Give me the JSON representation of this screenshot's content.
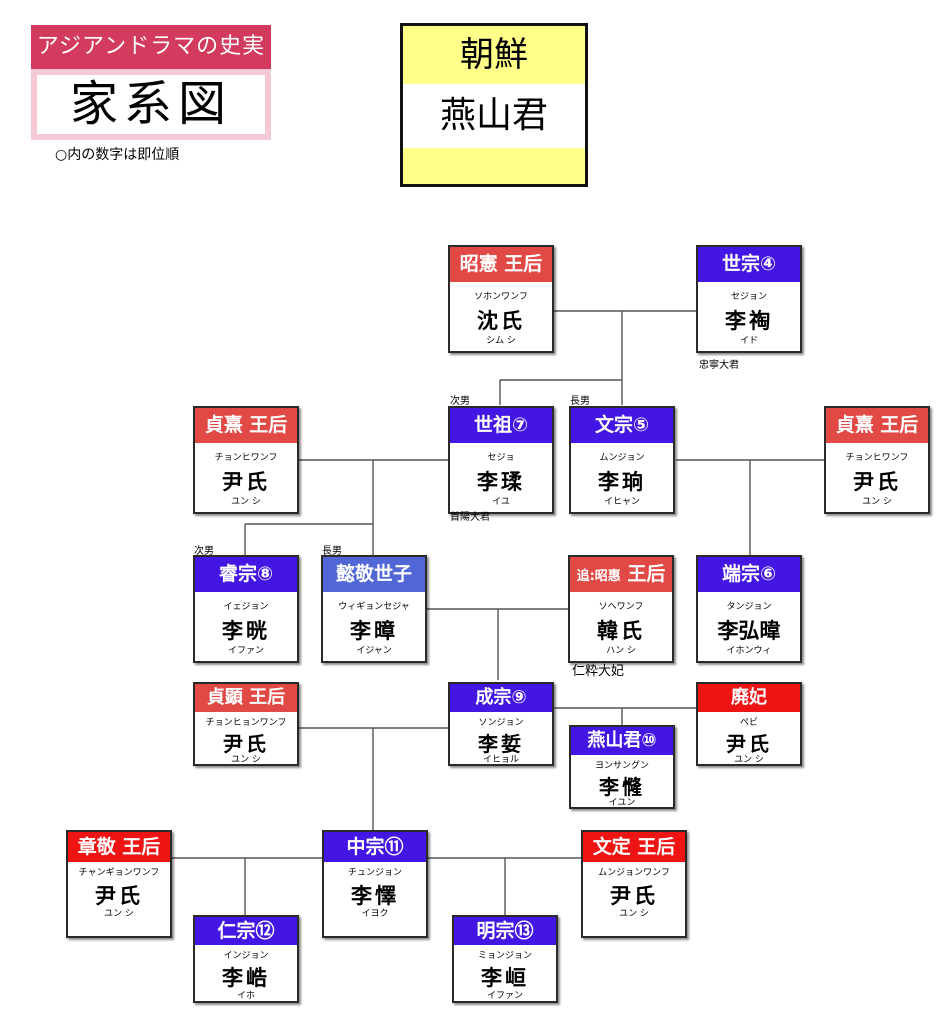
{
  "header": {
    "series": "アジアンドラマの史実",
    "title": "家系図",
    "note": "○内の数字は即位順"
  },
  "dynasty_box": {
    "dynasty": "朝鮮",
    "king": "燕山君"
  },
  "colors": {
    "queen_red": "#e14a44",
    "king_purple": "#4416e4",
    "crown_prince_blue": "#5267d6",
    "deposed_red": "#ee1414",
    "header_pink": "#d23a5e",
    "title_yellow": "#ffff8a"
  },
  "cards": {
    "soheon": {
      "title": "昭憲 王后",
      "reading": "ソホンワンフ",
      "name": "沈氏",
      "name_reading": "シム シ"
    },
    "sejong": {
      "title": "世宗④",
      "reading": "セジョン",
      "name": "李祹",
      "name_reading": "イド"
    },
    "jeonghui_l": {
      "title": "貞熹 王后",
      "reading": "チョンヒワンフ",
      "name": "尹氏",
      "name_reading": "ユン シ"
    },
    "sejo": {
      "title": "世祖⑦",
      "reading": "セジョ",
      "name": "李瑈",
      "name_reading": "イユ"
    },
    "munjong": {
      "title": "文宗⑤",
      "reading": "ムンジョン",
      "name": "李珦",
      "name_reading": "イヒャン"
    },
    "jeonghui_r": {
      "title": "貞熹 王后",
      "reading": "チョンヒワンフ",
      "name": "尹氏",
      "name_reading": "ユン シ"
    },
    "yejong": {
      "title": "睿宗⑧",
      "reading": "イェジョン",
      "name": "李晄",
      "name_reading": "イファン"
    },
    "uigyeong": {
      "title": "懿敬世子",
      "reading": "ウィギョンセジャ",
      "name": "李暲",
      "name_reading": "イジャン"
    },
    "sohye": {
      "title_prefix": "追:昭惠",
      "title": "王后",
      "reading": "ソヘワンフ",
      "name": "韓氏",
      "name_reading": "ハン シ"
    },
    "danjong": {
      "title": "端宗⑥",
      "reading": "タンジョン",
      "name": "李弘暐",
      "name_reading": "イホンウィ"
    },
    "jeonghyeon": {
      "title": "貞顕 王后",
      "reading": "チョンヒョンワンフ",
      "name": "尹氏",
      "name_reading": "ユン シ"
    },
    "seongjong": {
      "title": "成宗⑨",
      "reading": "ソンジョン",
      "name": "李娎",
      "name_reading": "イヒョル"
    },
    "yeonsangun": {
      "title": "燕山君⑩",
      "reading": "ヨンサングン",
      "name": "李㦕",
      "name_reading": "イユン"
    },
    "pyebi": {
      "title": "廃妃",
      "reading": "ペビ",
      "name": "尹氏",
      "name_reading": "ユン シ"
    },
    "janggyeong": {
      "title": "章敬 王后",
      "reading": "チャンギョンワンフ",
      "name": "尹氏",
      "name_reading": "ユン シ"
    },
    "jungjong": {
      "title": "中宗⑪",
      "reading": "チュンジョン",
      "name": "李懌",
      "name_reading": "イヨク"
    },
    "munjeong": {
      "title": "文定 王后",
      "reading": "ムンジョンワンフ",
      "name": "尹氏",
      "name_reading": "ユン シ"
    },
    "injong": {
      "title": "仁宗⑫",
      "reading": "インジョン",
      "name": "李峼",
      "name_reading": "イホ"
    },
    "myeongjong": {
      "title": "明宗⑬",
      "reading": "ミョンジョン",
      "name": "李峘",
      "name_reading": "イファン"
    }
  },
  "labels": {
    "chungnyeong": "忠寧大君",
    "sejo_second_son": "次男",
    "munjong_eldest_son": "長男",
    "suyang": "首陽大君",
    "yejong_second_son": "次男",
    "uigyeong_eldest_son": "長男",
    "insu": "仁粋大妃"
  }
}
